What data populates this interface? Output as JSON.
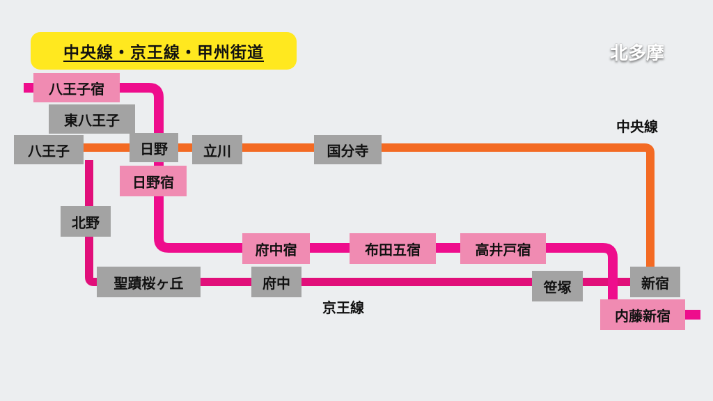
{
  "title": "中央線・京王線・甲州街道",
  "region": "北多摩",
  "line_labels": {
    "chuo": "中央線",
    "keio": "京王線"
  },
  "colors": {
    "background": "#eceef0",
    "title_badge": "#ffe81f",
    "chuo_line": "#f36a23",
    "keio_line": "#e10f7a",
    "koshu_kaido": "#ee0d8c",
    "railway_station": "#a3a3a3",
    "shukuba": "#f08bb2"
  },
  "stations": {
    "hachioji_juku": "八王子宿",
    "higashi_hachioji": "東八王子",
    "hachioji": "八王子",
    "hino": "日野",
    "tachikawa": "立川",
    "kokubunji": "国分寺",
    "hino_juku": "日野宿",
    "kitano": "北野",
    "fuchu_juku": "府中宿",
    "fuda_goshuku": "布田五宿",
    "takaido_juku": "高井戸宿",
    "seiseki": "聖蹟桜ヶ丘",
    "fuchu": "府中",
    "sasazuka": "笹塚",
    "shinjuku": "新宿",
    "naito_shinjuku": "内藤新宿"
  }
}
